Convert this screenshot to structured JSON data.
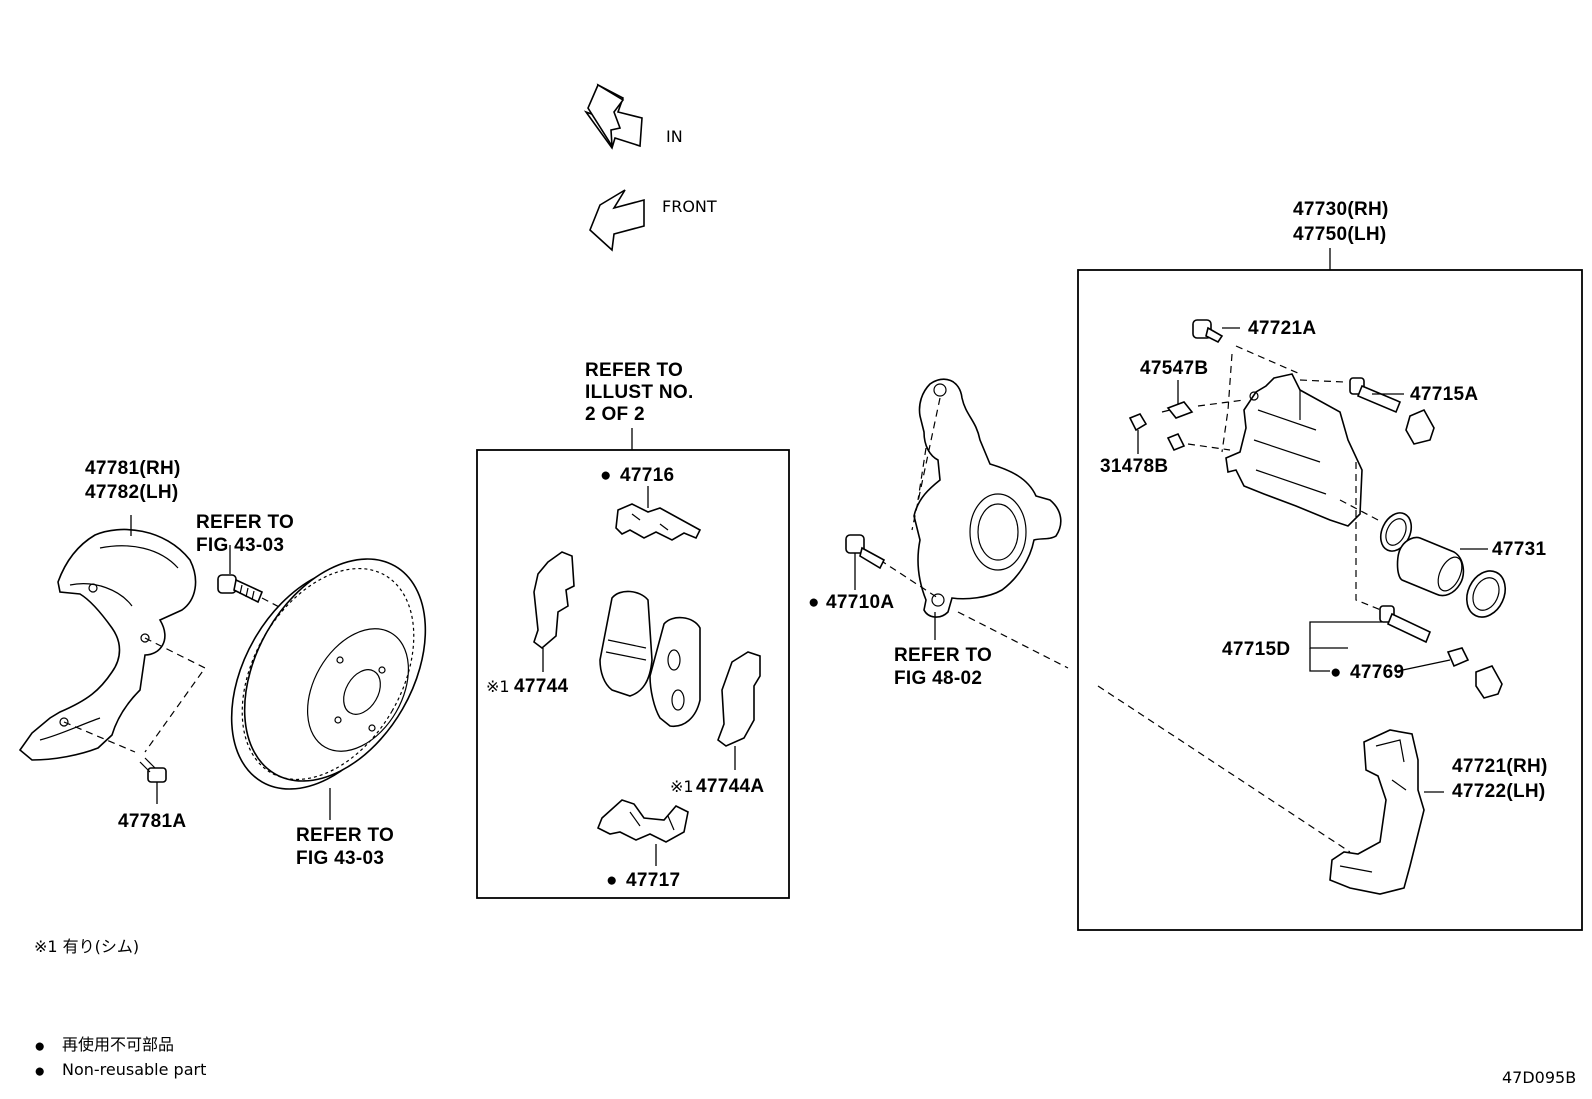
{
  "arrows": {
    "in_label": "IN",
    "front_label": "FRONT"
  },
  "labels": {
    "dust_cover_rh": "47781(RH)",
    "dust_cover_lh": "47782(LH)",
    "dust_cover_bolt": "47781A",
    "refer_disc_top_1": "REFER TO",
    "refer_disc_top_2": "FIG 43-03",
    "refer_disc_bottom_1": "REFER TO",
    "refer_disc_bottom_2": "FIG 43-03",
    "refer_illust_1": "REFER TO",
    "refer_illust_2": "ILLUST NO.",
    "refer_illust_3": "2 OF 2",
    "pad_clip_top": "47716",
    "anti_squeal_shim": "47744",
    "anti_squeal_shim_a": "47744A",
    "pad_clip_bottom": "47717",
    "knuckle_bolt": "47710A",
    "refer_knuckle_1": "REFER TO",
    "refer_knuckle_2": "FIG 48-02",
    "caliper_rh": "47730(RH)",
    "caliper_lh": "47750(LH)",
    "bleeder_bolt": "47721A",
    "bleeder_plug": "47547B",
    "bleeder_cap": "31478B",
    "slide_pin_a": "47715A",
    "piston": "47731",
    "slide_pin_d": "47715D",
    "slide_boot": "47769",
    "mounting_rh": "47721(RH)",
    "mounting_lh": "47722(LH)"
  },
  "marks": {
    "kome": "※1",
    "dot": "●"
  },
  "legend": {
    "note1": "※1 有り(シム)",
    "nonreusable_jp": "再使用不可部品",
    "nonreusable_en": "Non-reusable part"
  },
  "diagram_code": "47D095B"
}
